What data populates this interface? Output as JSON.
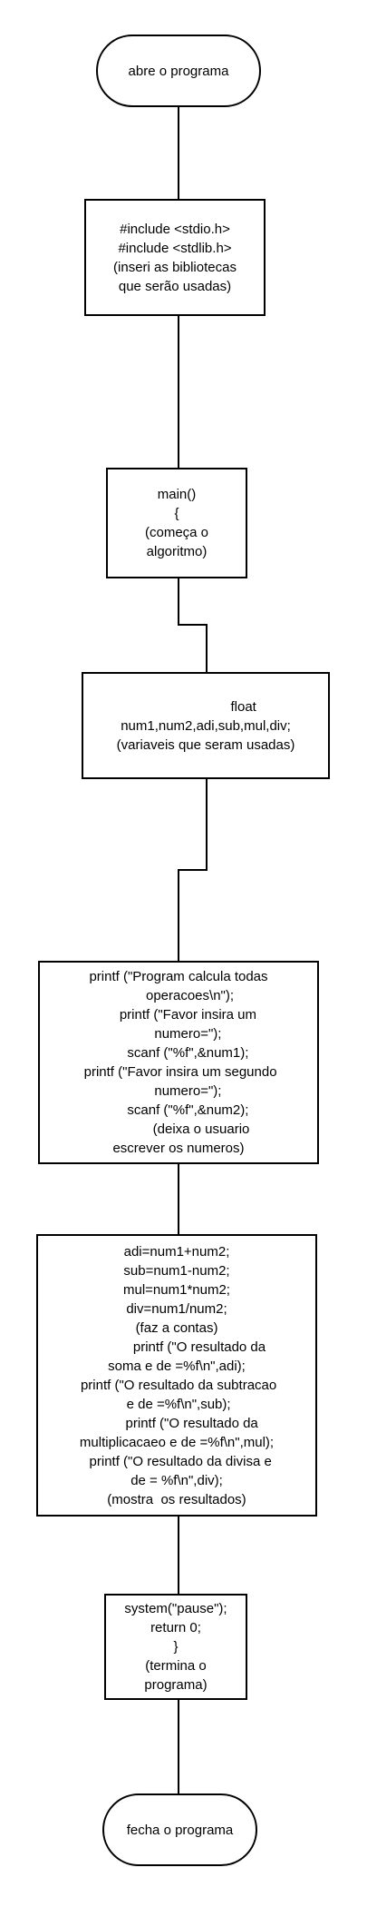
{
  "flowchart": {
    "nodes": [
      {
        "id": "start",
        "shape": "terminal",
        "text": "abre o programa"
      },
      {
        "id": "includes",
        "shape": "process",
        "text": "#include <stdio.h>\n#include <stdlib.h>\n(inseri as bibliotecas\nque serão usadas)"
      },
      {
        "id": "main",
        "shape": "process",
        "text": "main()\n{\n(começa o\nalgoritmo)"
      },
      {
        "id": "declare",
        "shape": "process",
        "text": "                    float\nnum1,num2,adi,sub,mul,div;\n(variaveis que seram usadas)"
      },
      {
        "id": "input",
        "shape": "process",
        "text": "printf (\"Program calcula todas\n      operacoes\\n\");\n     printf (\"Favor insira um\n     numero=\");\n     scanf (\"%f\",&num1);\n printf (\"Favor insira um segundo\n     numero=\");\n     scanf (\"%f\",&num2);\n            (deixa o usuario\nescrever os numeros)"
      },
      {
        "id": "compute",
        "shape": "process",
        "text": "adi=num1+num2;\nsub=num1-num2;\nmul=num1*num2;\ndiv=num1/num2;\n(faz a contas)\n            printf (\"O resultado da\nsoma e de =%f\\n\",adi);\n printf (\"O resultado da subtracao\n e de =%f\\n\",sub);\n        printf (\"O resultado da\nmultiplicacaeo e de =%f\\n\",mul);\n  printf (\"O resultado da divisa e\nde = %f\\n\",div);\n(mostra  os resultados)"
      },
      {
        "id": "finish",
        "shape": "process",
        "text": "system(\"pause\");\nreturn 0;\n}\n(termina o\nprograma)"
      },
      {
        "id": "end",
        "shape": "terminal",
        "text": "fecha o programa"
      }
    ]
  }
}
